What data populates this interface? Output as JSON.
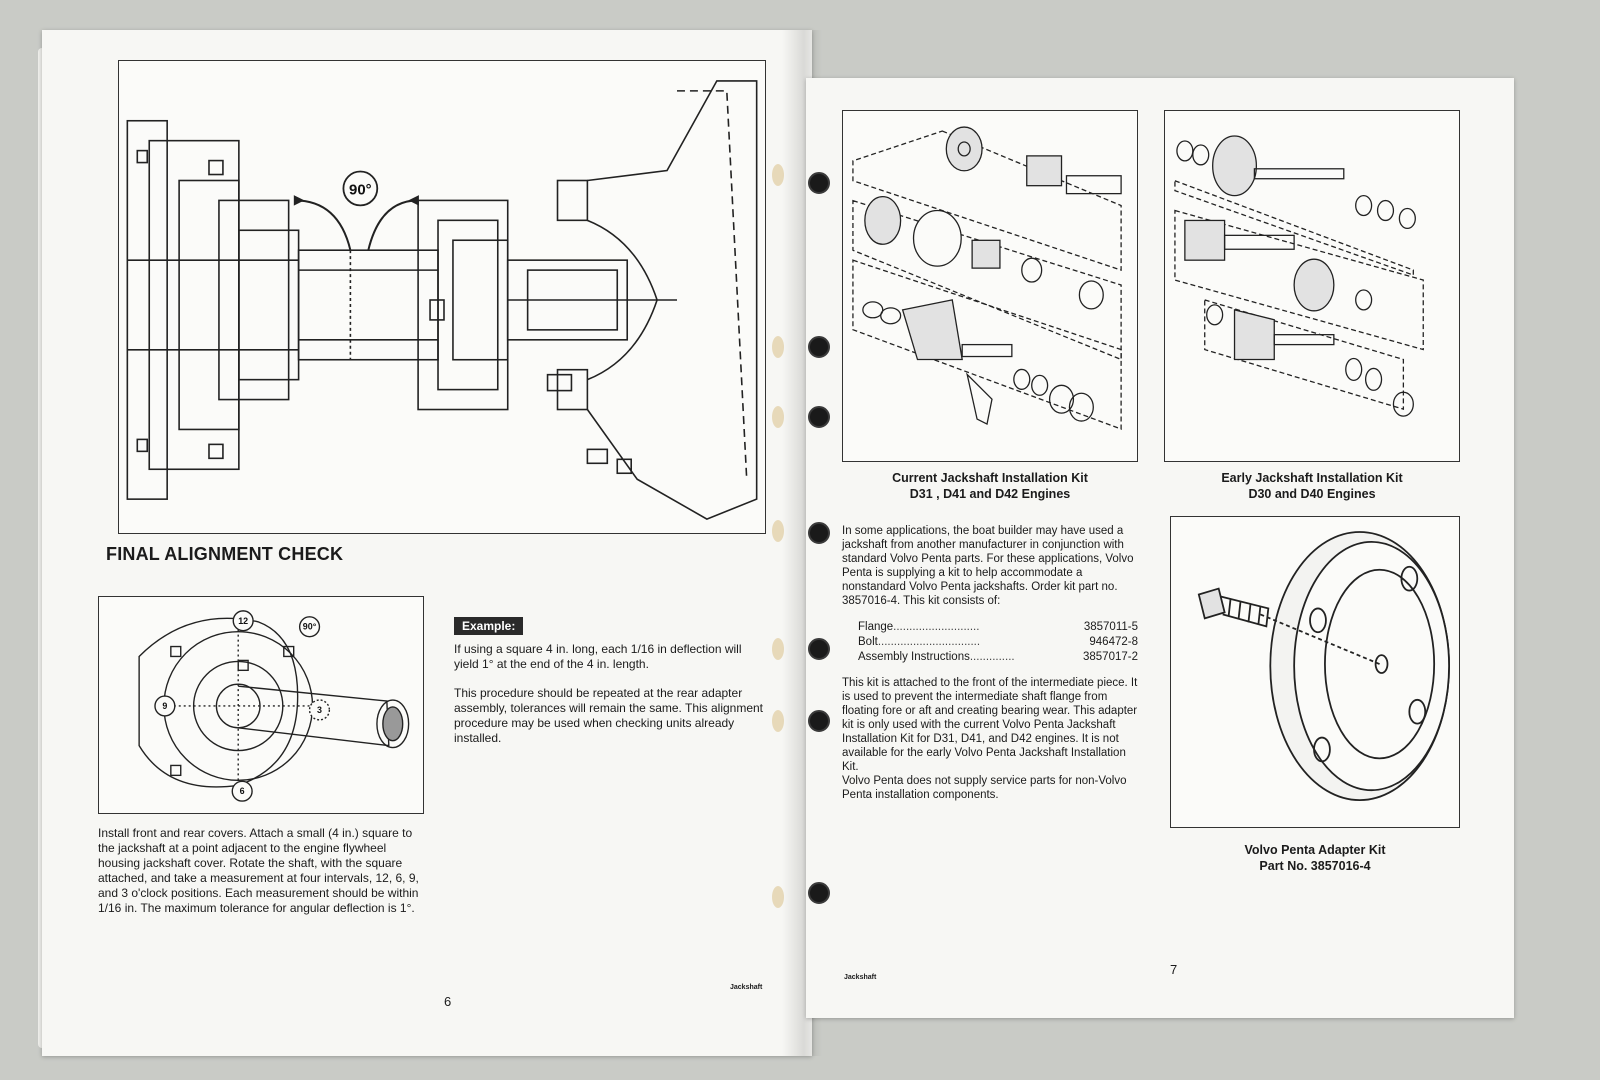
{
  "left_page": {
    "diagram_label": "90°",
    "section_title": "FINAL ALIGNMENT CHECK",
    "alignment_diagram": {
      "labels": [
        "12",
        "90°",
        "9",
        "3",
        "6"
      ]
    },
    "instructions": "Install front and rear covers. Attach a small (4 in.) square to the jackshaft at a point adjacent to the engine flywheel housing jackshaft cover. Rotate the shaft, with the square attached, and take a measurement at four intervals, 12, 6, 9, and 3 o'clock positions. Each measurement should be within 1/16 in. The maximum tolerance for angular deflection is 1°.",
    "example_tag": "Example:",
    "example_text_1": "If using a square 4 in. long, each 1/16 in deflection will yield 1° at the end of the 4 in. length.",
    "example_text_2": "This procedure should be repeated at the rear adapter assembly, tolerances will remain the same. This alignment procedure may be used when checking units already installed.",
    "page_number": "6",
    "footer_label": "Jackshaft"
  },
  "right_page": {
    "kit_current": {
      "line1": "Current Jackshaft Installation Kit",
      "line2": "D31 , D41 and D42 Engines"
    },
    "kit_early": {
      "line1": "Early Jackshaft Installation Kit",
      "line2": "D30 and D40 Engines"
    },
    "intro_text": "In some applications, the boat builder may have used a jackshaft from another manufacturer in conjunction with standard Volvo Penta parts. For these applications, Volvo Penta is supplying a kit to help accommodate a nonstandard Volvo Penta jackshafts. Order kit part no. 3857016-4. This kit consists of:",
    "parts": [
      {
        "name": "Flange",
        "dots": "...........................",
        "number": "3857011-5"
      },
      {
        "name": "Bolt",
        "dots": "................................",
        "number": "946472-8"
      },
      {
        "name": "Assembly Instructions",
        "dots": "..............",
        "number": "3857017-2"
      }
    ],
    "attach_text": "This kit is attached to the front of the intermediate piece. It is used to prevent the intermediate shaft flange from floating fore or aft and creating bearing wear. This adapter kit is only used with the current Volvo Penta Jackshaft Installation Kit for D31, D41, and D42 engines. It is not available for the early Volvo Penta Jackshaft Installation Kit.",
    "service_text": "Volvo Penta does not supply service parts for non-Volvo Penta installation components.",
    "adapter_kit": {
      "line1": "Volvo Penta Adapter Kit",
      "line2": "Part No. 3857016-4"
    },
    "page_number": "7",
    "footer_label": "Jackshaft"
  }
}
